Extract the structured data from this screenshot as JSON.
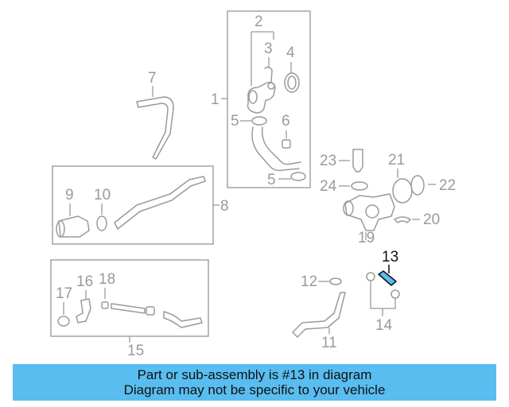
{
  "diagram": {
    "highlight_color": "#59bdf0",
    "callouts": {
      "c1": "1",
      "c2": "2",
      "c3": "3",
      "c4": "4",
      "c5a": "5",
      "c5b": "5",
      "c6": "6",
      "c7": "7",
      "c8": "8",
      "c9": "9",
      "c10": "10",
      "c11": "11",
      "c12": "12",
      "c13": "13",
      "c14": "14",
      "c15": "15",
      "c16": "16",
      "c17": "17",
      "c18": "18",
      "c19": "19",
      "c20": "20",
      "c21": "21",
      "c22": "22",
      "c23": "23",
      "c24": "24"
    }
  },
  "banner": {
    "line1": "Part or sub-assembly is #13 in diagram",
    "line2": "Diagram may not be specific to your vehicle",
    "background": "#59bdf0"
  }
}
